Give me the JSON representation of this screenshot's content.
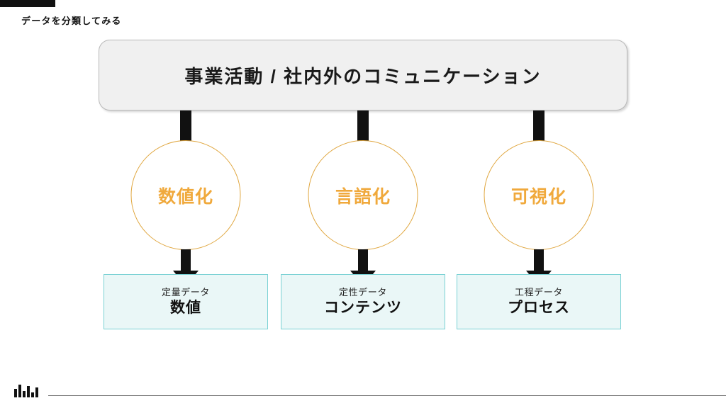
{
  "slide": {
    "title": "データを分類してみる",
    "accent_bar_color": "#111111"
  },
  "header": {
    "label": "事業活動 / 社内外のコミュニケーション",
    "fill_color": "#f0f0f0",
    "border_color": "#b9b9b9"
  },
  "colors": {
    "circle_text": "#f0a93c",
    "circle_border": "#e0a740",
    "box_fill": "#eaf7f7",
    "box_border": "#7ad1d4",
    "arrow": "#111111"
  },
  "columns": [
    {
      "circle_label": "数値化",
      "box_sub": "定量データ",
      "box_main": "数値"
    },
    {
      "circle_label": "言語化",
      "box_sub": "定性データ",
      "box_main": "コンテンツ"
    },
    {
      "circle_label": "可視化",
      "box_sub": "工程データ",
      "box_main": "プロセス"
    }
  ],
  "footer": {
    "logo_icon": "bar-chart-logo-icon",
    "logo_bars": [
      12,
      18,
      9,
      16,
      7,
      14
    ]
  }
}
